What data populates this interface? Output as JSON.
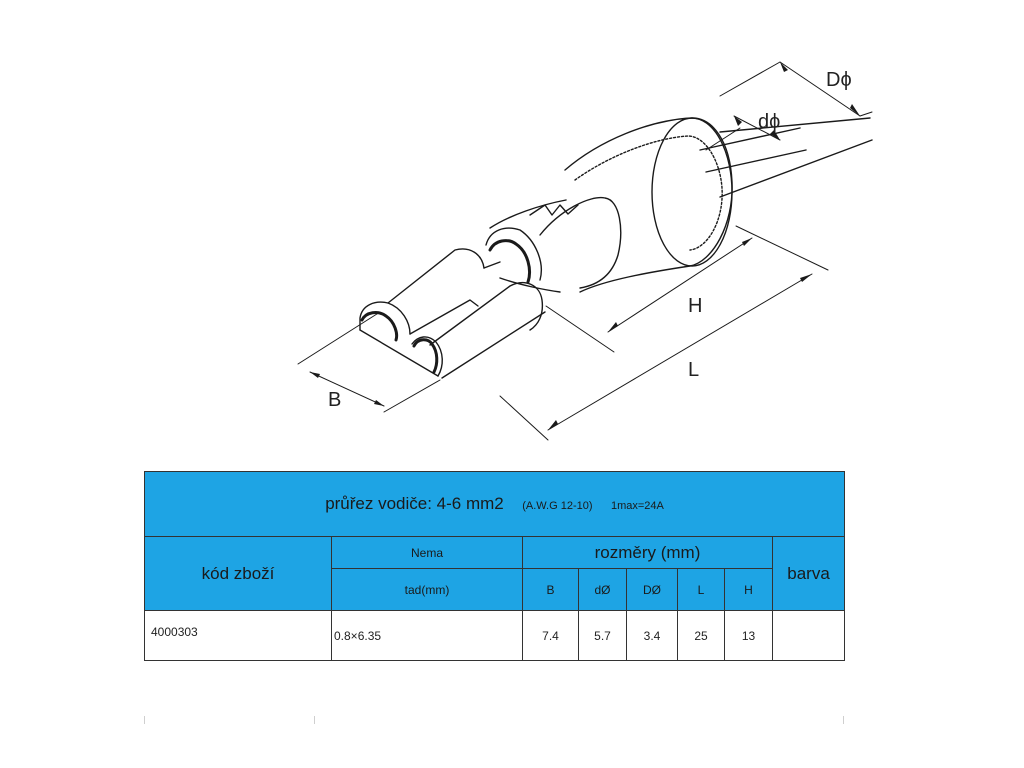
{
  "diagram": {
    "labels": {
      "D": "Dϕ",
      "d": "dϕ",
      "H": "H",
      "L": "L",
      "B": "B"
    }
  },
  "table": {
    "title": "průřez vodiče: 4-6 mm2",
    "awg": "(A.W.G 12-10)",
    "current": "1max=24A",
    "col_code": "kód zboží",
    "col_tab_top": "Nema",
    "col_tab_bottom": "tad(mm)",
    "col_dims": "rozměry (mm)",
    "col_color": "barva",
    "dim_headers": {
      "B": "B",
      "dO1": "dØ",
      "DO": "DØ",
      "L": "L",
      "H": "H"
    },
    "row": {
      "code": "4000303",
      "tab": "0.8×6.35",
      "B": "7.4",
      "dO": "5.7",
      "DO": "3.4",
      "L": "25",
      "H": "13",
      "color": ""
    }
  },
  "colors": {
    "header_blue": "#1ea4e4",
    "line": "#222222"
  }
}
